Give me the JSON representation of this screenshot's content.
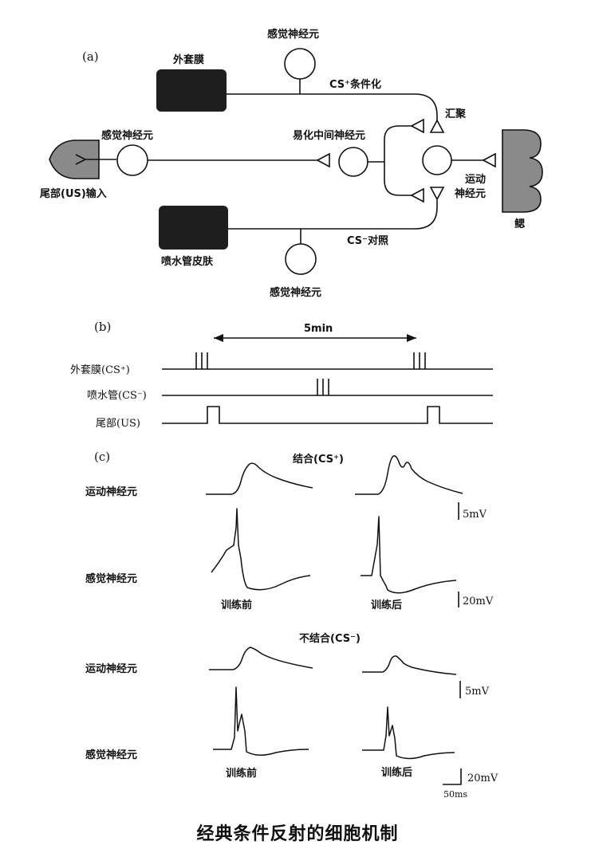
{
  "panels": {
    "a": "(a)",
    "b": "(b)",
    "c": "(c)"
  },
  "diagram_a": {
    "sensory_neuron_top": "感觉神经元",
    "mantle": "外套膜",
    "cs_plus": "CS⁺条件化",
    "convergence": "汇聚",
    "sensory_neuron_left": "感觉神经元",
    "facilitating_interneuron": "易化中间神经元",
    "tail_input": "尾部(US)输入",
    "motor_neuron": "运动神经元",
    "gill": "鳃",
    "siphon_skin": "喷水管皮肤",
    "cs_minus": "CS⁻对照",
    "sensory_neuron_bottom": "感觉神经元"
  },
  "timeline_b": {
    "interval": "5min",
    "row_mantle": "外套膜(CS⁺)",
    "row_siphon": "喷水管(CS⁻)",
    "row_tail": "尾部(US)"
  },
  "records_c": {
    "paired_title": "结合(CS⁺)",
    "unpaired_title": "不结合(CS⁻)",
    "motor_neuron": "运动神经元",
    "sensory_neuron": "感觉神经元",
    "before_training": "训练前",
    "after_training": "训练后",
    "scale_5mv": "5mV",
    "scale_20mv": "20mV",
    "scale_50ms": "50ms"
  },
  "caption": "经典条件反射的细胞机制",
  "colors": {
    "ink": "#111111",
    "tissue_dark": "#1e1e1e",
    "tissue_gray": "#8a8a8a"
  }
}
